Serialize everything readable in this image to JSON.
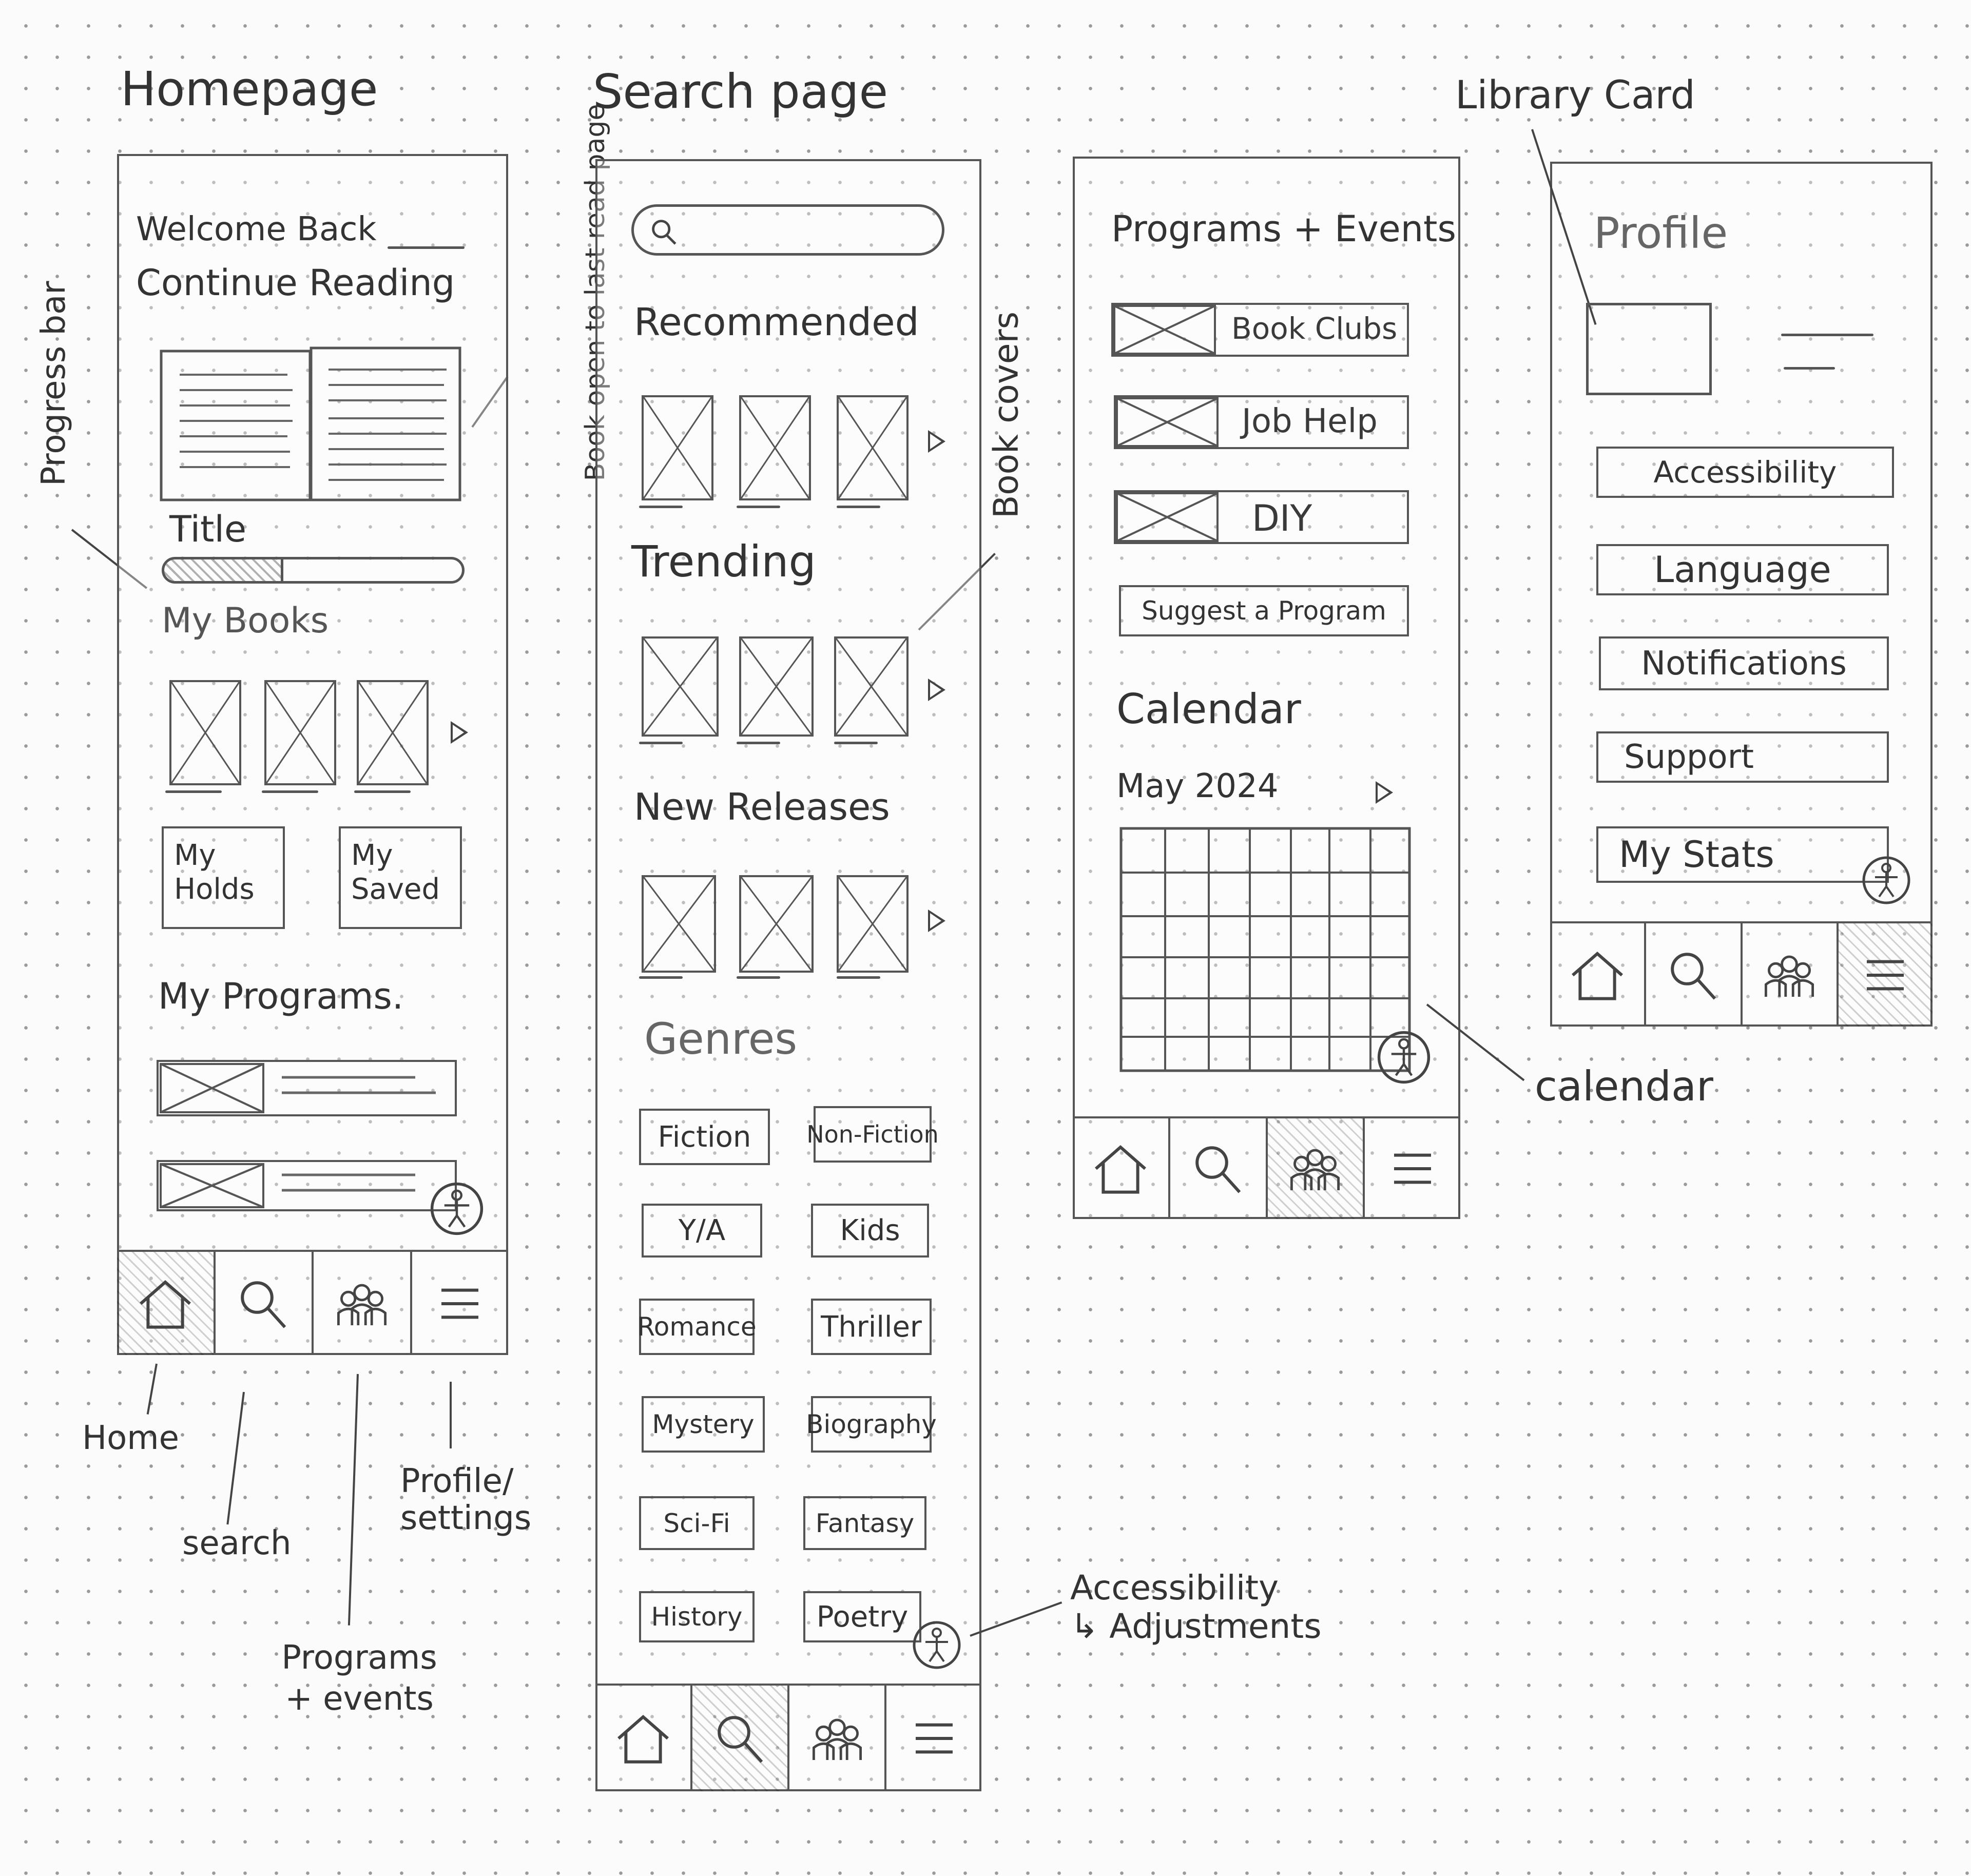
{
  "headings": {
    "homepage": "Homepage",
    "search_page": "Search page",
    "library_card": "Library Card"
  },
  "homepage": {
    "welcome": "Welcome Back",
    "continue_reading": "Continue Reading",
    "book_title": "Title",
    "reading_progress": 0.4,
    "my_books": "My Books",
    "my_holds": "My Holds",
    "my_saved": "My Saved",
    "my_programs": "My Programs."
  },
  "search": {
    "sections": [
      "Recommended",
      "Trending",
      "New Releases"
    ],
    "genres_title": "Genres",
    "genres": [
      "Fiction",
      "Non-Fiction",
      "Y/A",
      "Kids",
      "Romance",
      "Thriller",
      "Mystery",
      "Biography",
      "Sci-Fi",
      "Fantasy",
      "History",
      "Poetry"
    ]
  },
  "programs": {
    "title": "Programs + Events",
    "items": [
      "Book Clubs",
      "Job Help",
      "DIY"
    ],
    "suggest": "Suggest a Program",
    "calendar_title": "Calendar",
    "month": "May 2024"
  },
  "profile": {
    "title": "Profile",
    "items": [
      "Accessibility",
      "Language",
      "Notifications",
      "Support",
      "My Stats"
    ]
  },
  "annotations": {
    "progress_bar": "Progress bar",
    "book_open": "Book open to last read page",
    "book_covers": "Book covers",
    "calendar": "calendar",
    "home": "Home",
    "search": "search",
    "profile_settings": "Profile/ settings",
    "programs_events": "Programs + events",
    "accessibility": "Accessibility",
    "adjustments": "↳ Adjustments"
  },
  "icons": [
    "home-icon",
    "search-icon",
    "people-icon",
    "menu-icon",
    "accessibility-icon",
    "chevron-right-icon"
  ]
}
